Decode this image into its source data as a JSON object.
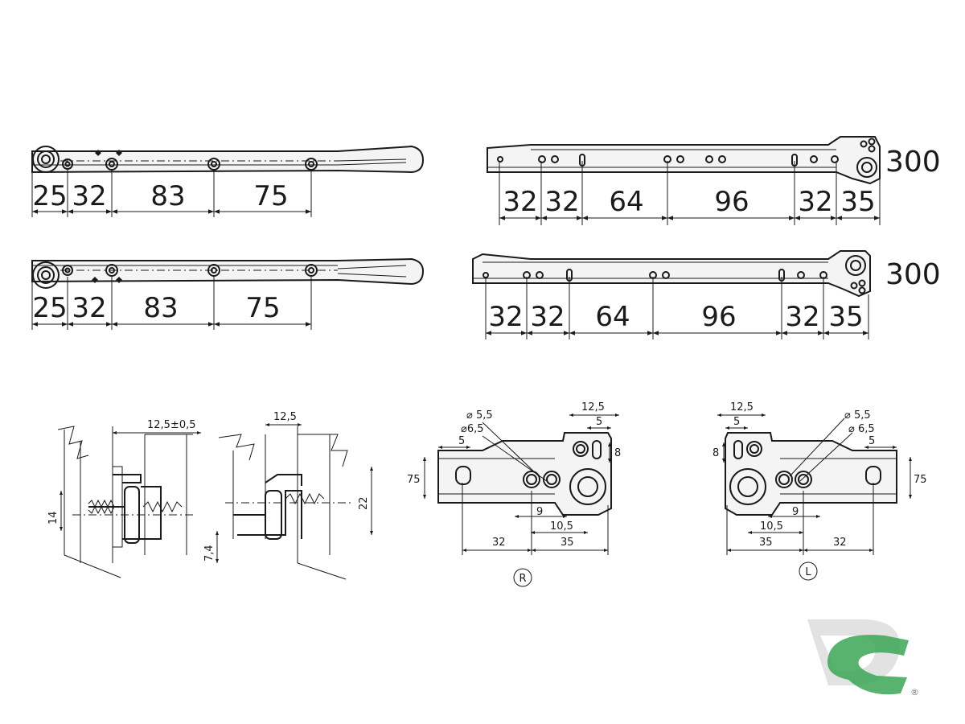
{
  "top_left_rail": {
    "dimensions": [
      "25",
      "32",
      "83",
      "75"
    ]
  },
  "mid_left_rail": {
    "dimensions": [
      "25",
      "32",
      "83",
      "75"
    ]
  },
  "top_right_rail": {
    "dimensions": [
      "32",
      "32",
      "64",
      "96",
      "32",
      "35"
    ],
    "length": "300"
  },
  "mid_right_rail": {
    "dimensions": [
      "32",
      "32",
      "64",
      "96",
      "32",
      "35"
    ],
    "length": "300"
  },
  "section_a": {
    "gap": "12,5±0,5",
    "height": "14"
  },
  "section_b": {
    "gap": "12,5",
    "offset": "7,4",
    "height": "22"
  },
  "detail_right": {
    "hole_small": "⌀ 5,5",
    "hole_large": "⌀6,5",
    "top_dim": "12,5",
    "top_dim_small": "5",
    "side_dim": "8",
    "left_dim": "5",
    "height": "75",
    "dim_9": "9",
    "dim_10_5": "10,5",
    "bottom_left": "32",
    "bottom_right": "35",
    "side_label": "R"
  },
  "detail_left": {
    "hole_small": "⌀ 5,5",
    "hole_large": "⌀ 6,5",
    "top_dim": "12,5",
    "top_dim_small": "5",
    "side_dim": "8",
    "right_dim": "5",
    "height": "75",
    "dim_9": "9",
    "dim_10_5": "10,5",
    "bottom_left": "35",
    "bottom_right": "32",
    "side_label": "L"
  },
  "colors": {
    "line": "#1a1a1a",
    "logo_grey": "#d6d6d6",
    "logo_green": "#3aa655"
  },
  "logo": {
    "text": "DC",
    "mark": "®"
  }
}
